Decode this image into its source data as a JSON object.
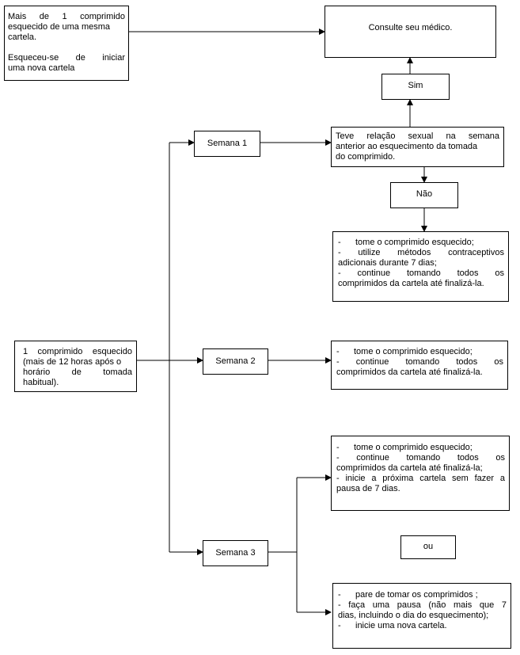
{
  "top_left_box": {
    "line1": [
      "Mais",
      "de",
      "1",
      "comprimido"
    ],
    "line2": "esquecido de uma mesma",
    "line3": "cartela.",
    "line4": [
      "Esqueceu-se",
      "de",
      "iniciar"
    ],
    "line5": "uma nova cartela"
  },
  "consult_box": {
    "label": "Consulte seu médico."
  },
  "sim_box": {
    "label": "Sim"
  },
  "nao_box": {
    "label": "Não"
  },
  "semana1": {
    "label": "Semana 1"
  },
  "semana2": {
    "label": "Semana 2"
  },
  "semana3": {
    "label": "Semana 3"
  },
  "question_box": {
    "line1": [
      "Teve",
      "relação",
      "sexual",
      "na",
      "semana"
    ],
    "line2": "anterior ao esquecimento da tomada",
    "line3": "do comprimido."
  },
  "nao_actions": {
    "l1": "-      tome o comprimido esquecido;",
    "l2": [
      "-",
      "utilize",
      "métodos",
      "contraceptivos"
    ],
    "l3": "adicionais durante 7 dias;",
    "l4": [
      "-",
      "continue",
      "tomando",
      "todos",
      "os"
    ],
    "l5": "comprimidos da cartela até finalizá-la."
  },
  "start_box": {
    "line1": [
      "1",
      "comprimido",
      "esquecido"
    ],
    "line2": "(mais de 12 horas após o",
    "line3": [
      "horário",
      "de",
      "tomada"
    ],
    "line4": "habitual)."
  },
  "semana2_actions": {
    "l1": "-      tome o comprimido esquecido;",
    "l2": [
      "-",
      "continue",
      "tomando",
      "todos",
      "os"
    ],
    "l3": "comprimidos da cartela até finalizá-la."
  },
  "semana3_a": {
    "l1": "-      tome o comprimido esquecido;",
    "l2": [
      "-",
      "continue",
      "tomando",
      "todos",
      "os"
    ],
    "l3": "comprimidos da cartela até finalizá-la;",
    "l4": [
      "-",
      "inicie",
      "a",
      "próxima",
      "cartela",
      "sem",
      "fazer",
      "a"
    ],
    "l5": "pausa de 7 dias."
  },
  "ou_box": {
    "label": "ou"
  },
  "semana3_b": {
    "l1": "-      pare de tomar os comprimidos ;",
    "l2": [
      "-",
      "faça",
      "uma",
      "pausa",
      "(não",
      "mais",
      "que",
      "7"
    ],
    "l3": "dias, incluindo o dia do esquecimento);",
    "l4": "-      inicie uma nova cartela."
  }
}
